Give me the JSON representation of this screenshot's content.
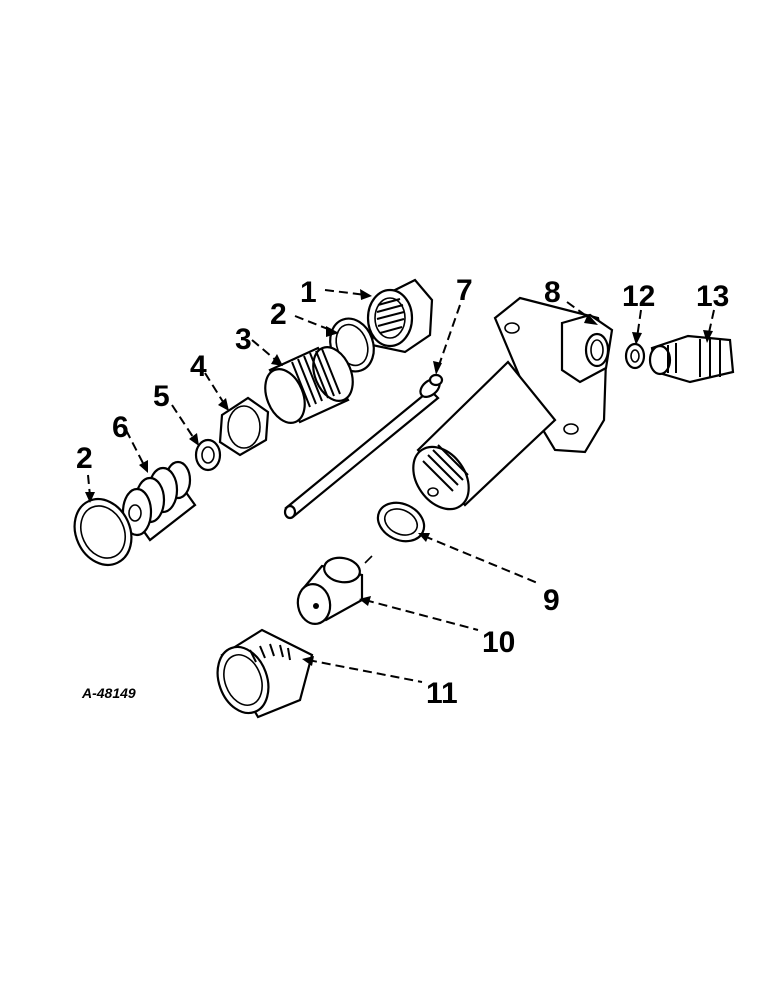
{
  "figure_id": "A-48149",
  "callouts": [
    {
      "key": "c1",
      "label": "1"
    },
    {
      "key": "c2a",
      "label": "2"
    },
    {
      "key": "c2b",
      "label": "2"
    },
    {
      "key": "c3",
      "label": "3"
    },
    {
      "key": "c4",
      "label": "4"
    },
    {
      "key": "c5",
      "label": "5"
    },
    {
      "key": "c6",
      "label": "6"
    },
    {
      "key": "c7",
      "label": "7"
    },
    {
      "key": "c8",
      "label": "8"
    },
    {
      "key": "c9",
      "label": "9"
    },
    {
      "key": "c10",
      "label": "10"
    },
    {
      "key": "c11",
      "label": "11"
    },
    {
      "key": "c12",
      "label": "12"
    },
    {
      "key": "c13",
      "label": "13"
    }
  ]
}
